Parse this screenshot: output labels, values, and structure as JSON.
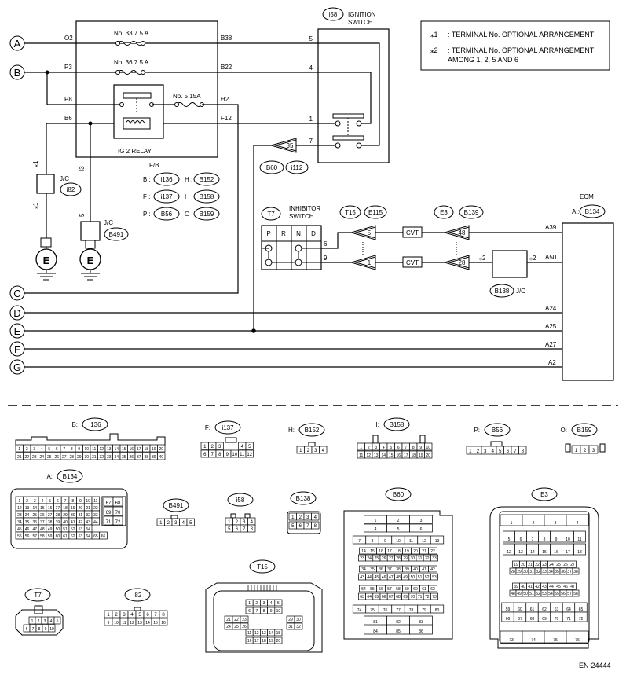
{
  "notes": [
    {
      "mark": "⁎1",
      "text": ": TERMINAL No. OPTIONAL ARRANGEMENT"
    },
    {
      "mark": "⁎2",
      "text": ": TERMINAL No. OPTIONAL ARRANGEMENT"
    },
    {
      "mark": "",
      "text": "AMONG 1, 2, 5 AND 6"
    }
  ],
  "left_terminals": [
    "A",
    "B",
    "C",
    "D",
    "E",
    "F",
    "G"
  ],
  "fuse_box": {
    "fuses": [
      "No. 33  7.5 A",
      "No. 36  7.5 A",
      "No. 5  15A"
    ],
    "pins_left": [
      "O2",
      "P3",
      "P8",
      "B6"
    ],
    "pins_right": [
      "B38",
      "B22",
      "H2",
      "F12"
    ],
    "relay_label": "IG 2 RELAY",
    "title": "F/B",
    "legend": [
      {
        "k": "B :",
        "v": "i136"
      },
      {
        "k": "H :",
        "v": "B152"
      },
      {
        "k": "F :",
        "v": "i137"
      },
      {
        "k": "I :",
        "v": "B158"
      },
      {
        "k": "P :",
        "v": "B56"
      },
      {
        "k": "O :",
        "v": "B159"
      }
    ]
  },
  "ignition": {
    "conn": "i58",
    "l1": "IGNITION",
    "l2": "SWITCH",
    "pins": [
      "5",
      "4",
      "1",
      "7"
    ]
  },
  "b60_pin": "35",
  "b60_labels": [
    "B60",
    "i112"
  ],
  "jc_i82": {
    "label": "J/C",
    "conn": "i82",
    "star": "⁎1",
    "pin": "I3"
  },
  "jc_b491": {
    "label": "J/C",
    "conn": "B491",
    "pin": "5"
  },
  "ground": "E",
  "inhibitor": {
    "conn": "T7",
    "l1": "INHIBITOR",
    "l2": "SWITCH",
    "positions": [
      "P",
      "R",
      "N",
      "D"
    ],
    "pins": [
      "6",
      "9"
    ]
  },
  "t15": {
    "labels": [
      "T15",
      "E115"
    ],
    "pins": [
      "5",
      "1"
    ]
  },
  "e3": {
    "labels": [
      "E3",
      "B139"
    ],
    "pins": [
      "48",
      "28"
    ]
  },
  "cvt": "CVT",
  "jc_b138": {
    "conn": "B138",
    "label": "J/C",
    "star": "⁎2"
  },
  "ecm": {
    "title": "ECM",
    "prefix": "A :",
    "conn": "B134",
    "pins": [
      "A39",
      "A50",
      "A24",
      "A25",
      "A27",
      "A2"
    ]
  },
  "connectors": {
    "i136": {
      "prefix": "B:",
      "conn": "i136",
      "row1": [
        "1",
        "2",
        "3",
        "4",
        "5",
        "6",
        "7",
        "8",
        "9",
        "10",
        "11",
        "12",
        "13",
        "14",
        "15",
        "16",
        "17",
        "18",
        "19",
        "20"
      ],
      "row2": [
        "21",
        "22",
        "23",
        "24",
        "25",
        "26",
        "27",
        "28",
        "29",
        "30",
        "31",
        "32",
        "33",
        "34",
        "35",
        "36",
        "37",
        "38",
        "39",
        "40"
      ]
    },
    "i137": {
      "prefix": "F:",
      "conn": "i137",
      "row1": [
        "1",
        "2",
        "3",
        "",
        "",
        "4",
        "5"
      ],
      "row2": [
        "6",
        "7",
        "8",
        "9",
        "10",
        "11",
        "12"
      ]
    },
    "b152": {
      "prefix": "H:",
      "conn": "B152",
      "row1": [
        "1",
        "2",
        "3",
        "4"
      ]
    },
    "b158": {
      "prefix": "I:",
      "conn": "B158",
      "row1": [
        "1",
        "2",
        "3",
        "4",
        "5",
        "6",
        "7",
        "8",
        "9",
        "10"
      ],
      "row2": [
        "11",
        "12",
        "13",
        "14",
        "15",
        "16",
        "17",
        "18",
        "19",
        "20"
      ]
    },
    "b56": {
      "prefix": "P:",
      "conn": "B56",
      "row1": [
        "1",
        "2",
        "3",
        "4",
        "5",
        "6",
        "7",
        "8"
      ]
    },
    "b159": {
      "prefix": "O:",
      "conn": "B159",
      "row1": [
        "1",
        "2",
        "3"
      ]
    },
    "b134": {
      "prefix": "A:",
      "conn": "B134",
      "grid": [
        [
          "1",
          "2",
          "3",
          "4",
          "5",
          "6",
          "7",
          "8",
          "9",
          "10",
          "11"
        ],
        [
          "12",
          "13",
          "14",
          "15",
          "16",
          "17",
          "18",
          "19",
          "20",
          "21",
          "22"
        ],
        [
          "23",
          "24",
          "25",
          "26",
          "27",
          "28",
          "29",
          "30",
          "31",
          "32",
          "33"
        ],
        [
          "34",
          "35",
          "36",
          "37",
          "38",
          "39",
          "40",
          "41",
          "42",
          "43",
          "44"
        ],
        [
          "45",
          "46",
          "47",
          "48",
          "49",
          "50",
          "51",
          "52",
          "53",
          "54"
        ],
        [
          "55",
          "56",
          "57",
          "58",
          "59",
          "60",
          "61",
          "62",
          "63",
          "64",
          "65",
          "66"
        ]
      ],
      "side": [
        "67",
        "68",
        "69",
        "70",
        "71",
        "72"
      ]
    },
    "b491": {
      "conn": "B491",
      "row1": [
        "1",
        "2",
        "3",
        "4",
        "5"
      ]
    },
    "i58": {
      "conn": "i58",
      "row1": [
        "1",
        "2",
        "3",
        "4"
      ],
      "row2": [
        "5",
        "6",
        "7",
        "8"
      ]
    },
    "b138": {
      "conn": "B138",
      "row1": [
        "1",
        "2",
        "3",
        "4"
      ],
      "row2": [
        "5",
        "6",
        "7",
        "8"
      ]
    },
    "b60": {
      "conn": "B60",
      "rows": [
        [
          "1",
          "2",
          "3"
        ],
        [
          "4",
          "5",
          "6"
        ],
        [
          "7",
          "8",
          "9",
          "10",
          "11",
          "12",
          "13"
        ],
        [
          "14",
          "15",
          "16",
          "17",
          "18",
          "19",
          "20",
          "21",
          "22"
        ],
        [
          "23",
          "24",
          "25",
          "26",
          "27",
          "28",
          "29",
          "30",
          "31",
          "32",
          "33"
        ],
        [
          "34",
          "35",
          "36",
          "37",
          "38",
          "39",
          "40",
          "41",
          "42"
        ],
        [
          "43",
          "44",
          "45",
          "46",
          "47",
          "48",
          "49",
          "50",
          "51",
          "52",
          "53"
        ],
        [
          "54",
          "55",
          "56",
          "57",
          "58",
          "59",
          "60",
          "61",
          "62"
        ],
        [
          "63",
          "64",
          "65",
          "66",
          "67",
          "68",
          "69",
          "70",
          "71",
          "72",
          "73"
        ],
        [
          "74",
          "75",
          "76",
          "77",
          "78",
          "79",
          "80"
        ],
        [
          "81",
          "82",
          "83"
        ],
        [
          "84",
          "85",
          "86"
        ]
      ]
    },
    "e3": {
      "conn": "E3",
      "rows": [
        [
          "1",
          "2",
          "3",
          "4"
        ],
        [
          "5",
          "6",
          "7",
          "8",
          "9",
          "10",
          "11"
        ],
        [
          "12",
          "13",
          "14",
          "15",
          "16",
          "17",
          "18"
        ],
        [
          "19",
          "20",
          "21",
          "22",
          "23",
          "24",
          "25",
          "26",
          "27"
        ],
        [
          "28",
          "29",
          "30",
          "31",
          "32",
          "33",
          "34",
          "35",
          "36",
          "37",
          "38"
        ],
        [
          "39",
          "40",
          "41",
          "42",
          "43",
          "44",
          "45",
          "46",
          "47"
        ],
        [
          "48",
          "49",
          "50",
          "51",
          "52",
          "53",
          "54",
          "55",
          "56",
          "57",
          "58"
        ],
        [
          "59",
          "60",
          "61",
          "62",
          "63",
          "64",
          "65"
        ],
        [
          "66",
          "67",
          "68",
          "69",
          "70",
          "71",
          "72"
        ],
        [
          "73",
          "74",
          "75",
          "76"
        ]
      ]
    },
    "t15": {
      "conn": "T15",
      "left": [
        "21",
        "22",
        "23"
      ],
      "left2": [
        "24",
        "25",
        "26",
        "27",
        "28"
      ],
      "top": [
        "1",
        "2",
        "3",
        "4",
        "5"
      ],
      "mid": [
        "6",
        "7",
        "8",
        "9",
        "10"
      ],
      "row3": [
        "11",
        "12",
        "13",
        "14",
        "15"
      ],
      "row4": [
        "16",
        "17",
        "18",
        "19",
        "20"
      ],
      "right": [
        "29",
        "30",
        "31",
        "32"
      ]
    },
    "t7": {
      "conn": "T7",
      "row1": [
        "1",
        "2",
        "3",
        "4",
        "5"
      ],
      "row2": [
        "6",
        "7",
        "8",
        "9",
        "10"
      ]
    },
    "i82": {
      "conn": "i82",
      "row1": [
        "1",
        "2",
        "3",
        "4",
        "5",
        "6",
        "7",
        "8"
      ],
      "row2": [
        "9",
        "10",
        "11",
        "12",
        "13",
        "14",
        "15",
        "16"
      ]
    }
  },
  "doc_id": "EN-24444"
}
